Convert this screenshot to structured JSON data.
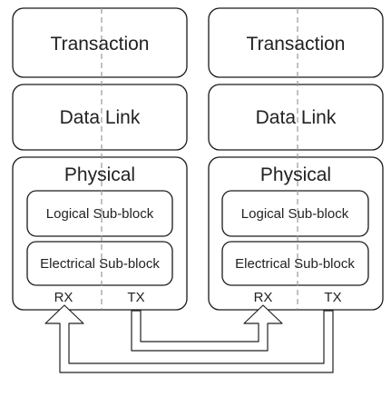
{
  "devices": [
    {
      "transaction": "Transaction",
      "data_link": "Data Link",
      "physical": "Physical",
      "logical": "Logical Sub-block",
      "electrical": "Electrical Sub-block",
      "rx": "RX",
      "tx": "TX"
    },
    {
      "transaction": "Transaction",
      "data_link": "Data Link",
      "physical": "Physical",
      "logical": "Logical Sub-block",
      "electrical": "Electrical Sub-block",
      "rx": "RX",
      "tx": "TX"
    }
  ]
}
